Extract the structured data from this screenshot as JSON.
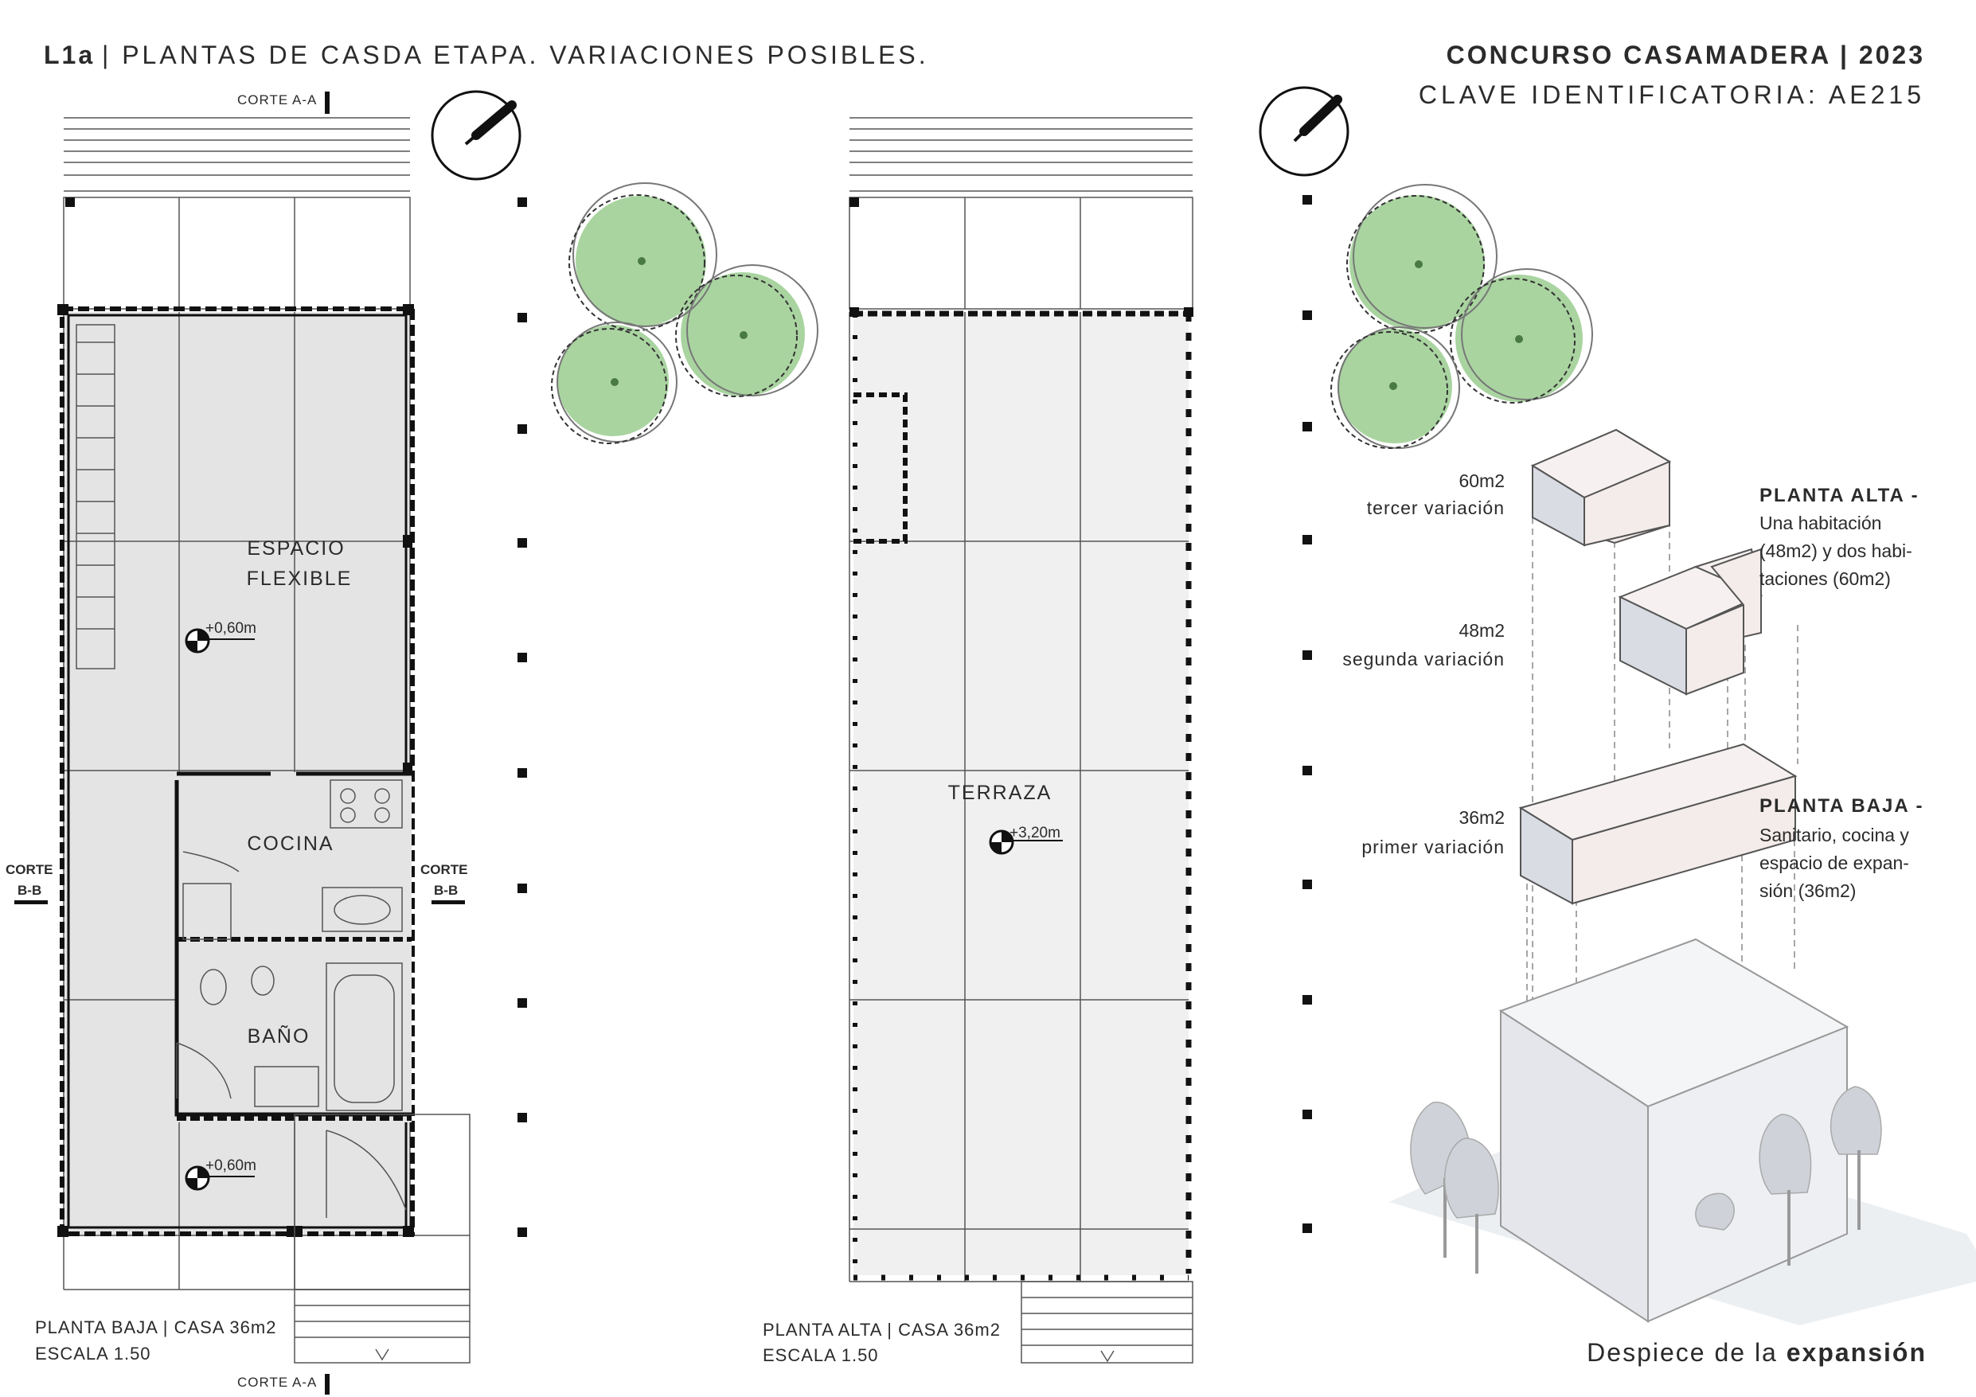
{
  "header": {
    "sheet_code": "L1a",
    "title": "| PLANTAS DE CASDA ETAPA. VARIACIONES POSIBLES.",
    "contest": "CONCURSO CASAMADERA | 2023",
    "key": "CLAVE IDENTIFICATORIA: AE215"
  },
  "plan_baja": {
    "corte_aa_top": "CORTE A-A",
    "corte_aa_bottom": "CORTE A-A",
    "corte_bb_left_1": "CORTE",
    "corte_bb_left_2": "B-B",
    "corte_bb_right_1": "CORTE",
    "corte_bb_right_2": "B-B",
    "room_flexible_1": "ESPACIO",
    "room_flexible_2": "FLEXIBLE",
    "level_flexible": "+0,60m",
    "room_cocina": "COCINA",
    "room_bano": "BAÑO",
    "level_entry": "+0,60m",
    "caption_1": "PLANTA BAJA | CASA 36m2",
    "caption_2": "ESCALA 1.50"
  },
  "plan_alta": {
    "room_terraza": "TERRAZA",
    "level_terraza": "+3,20m",
    "caption_1": "PLANTA ALTA | CASA 36m2",
    "caption_2": "ESCALA 1.50"
  },
  "axonometric": {
    "v3_area": "60m2",
    "v3_label": "tercer variación",
    "v2_area": "48m2",
    "v2_label": "segunda variación",
    "v1_area": "36m2",
    "v1_label": "primer variación",
    "alta_title": "PLANTA ALTA -",
    "alta_desc_1": "Una habitación",
    "alta_desc_2": "(48m2) y dos habi-",
    "alta_desc_3": "taciones (60m2)",
    "baja_title": "PLANTA BAJA -",
    "baja_desc_1": "Sanitario, cocina y",
    "baja_desc_2": "espacio de expan-",
    "baja_desc_3": "sión (36m2)",
    "caption_plain": "Despiece de la ",
    "caption_bold": "expansión"
  },
  "colors": {
    "tree_green": "#a9d4a0",
    "floor_grey": "#e4e4e4",
    "terrace_grey": "#f0f0f0",
    "volume_pink": "#f4ecea",
    "volume_side": "#d9dce3",
    "wall_dark": "#111111"
  },
  "icons": [
    "north-arrow-icon",
    "level-marker-icon",
    "tree-icon"
  ]
}
